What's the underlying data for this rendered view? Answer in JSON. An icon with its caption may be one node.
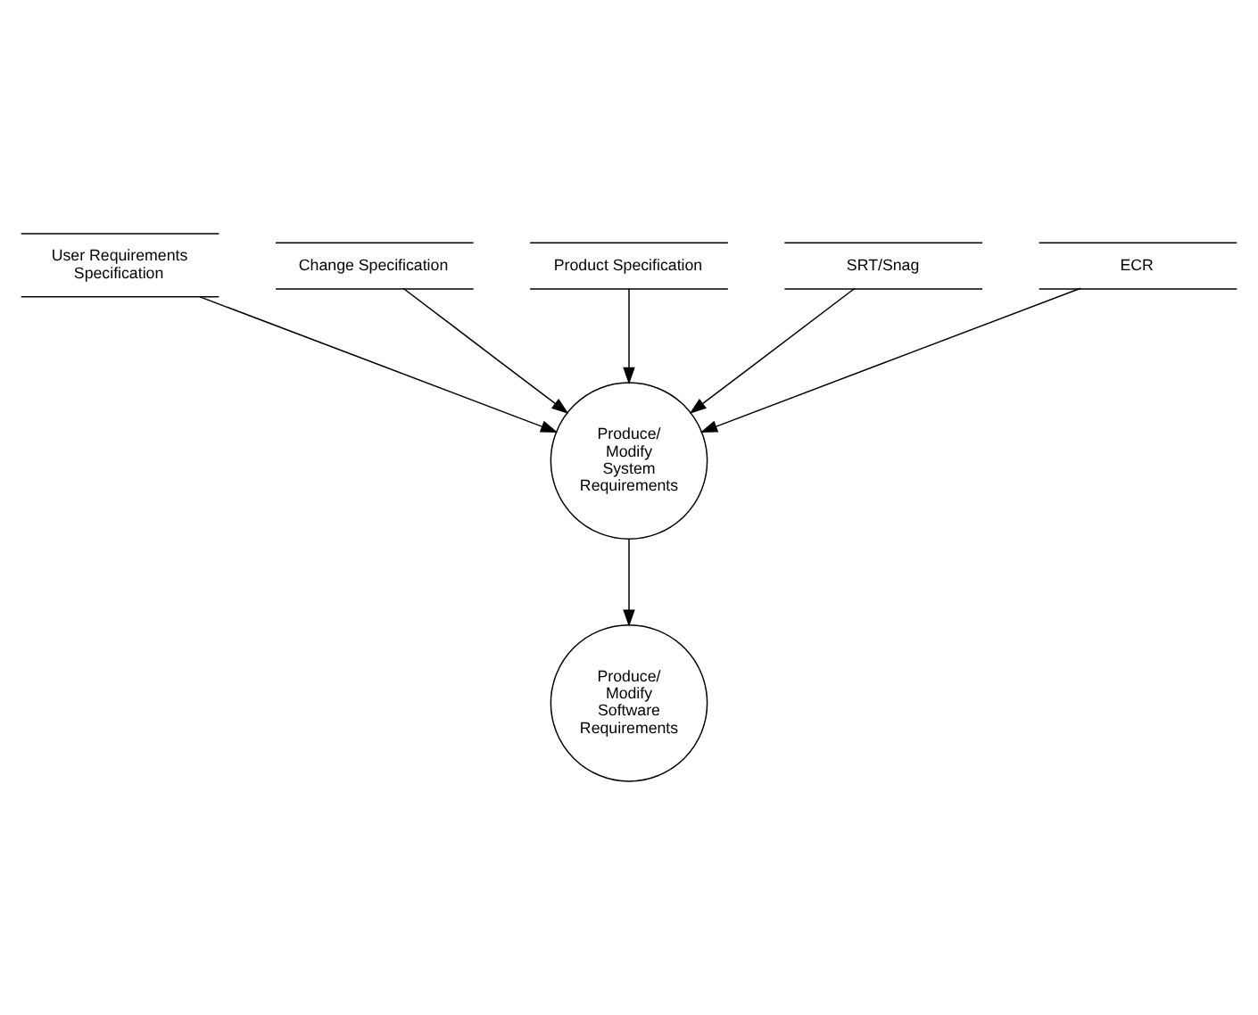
{
  "diagram": {
    "nodes": [
      {
        "text": [
          "User Requirements Specification"
        ]
      },
      {
        "text": [
          "Change Specification"
        ]
      },
      {
        "text": [
          "Product Specification"
        ]
      },
      {
        "text": [
          "Produce/ Modify System Requirements"
        ]
      },
      {
        "text": [
          "SRT/Snag"
        ]
      },
      {
        "text": [
          "ECR"
        ]
      },
      {
        "text": [
          "Produce/ Modify Software Requirements"
        ]
      }
    ],
    "edges": [
      {
        "from": 0,
        "to": 3,
        "arrow": "to"
      },
      {
        "from": 1,
        "to": 3,
        "arrow": "to"
      },
      {
        "from": 2,
        "to": 3,
        "arrow": "to"
      },
      {
        "from": 4,
        "to": 3,
        "arrow": "to"
      },
      {
        "from": 5,
        "to": 3,
        "arrow": "to"
      },
      {
        "from": 3,
        "to": 6,
        "arrow": "to"
      }
    ]
  }
}
